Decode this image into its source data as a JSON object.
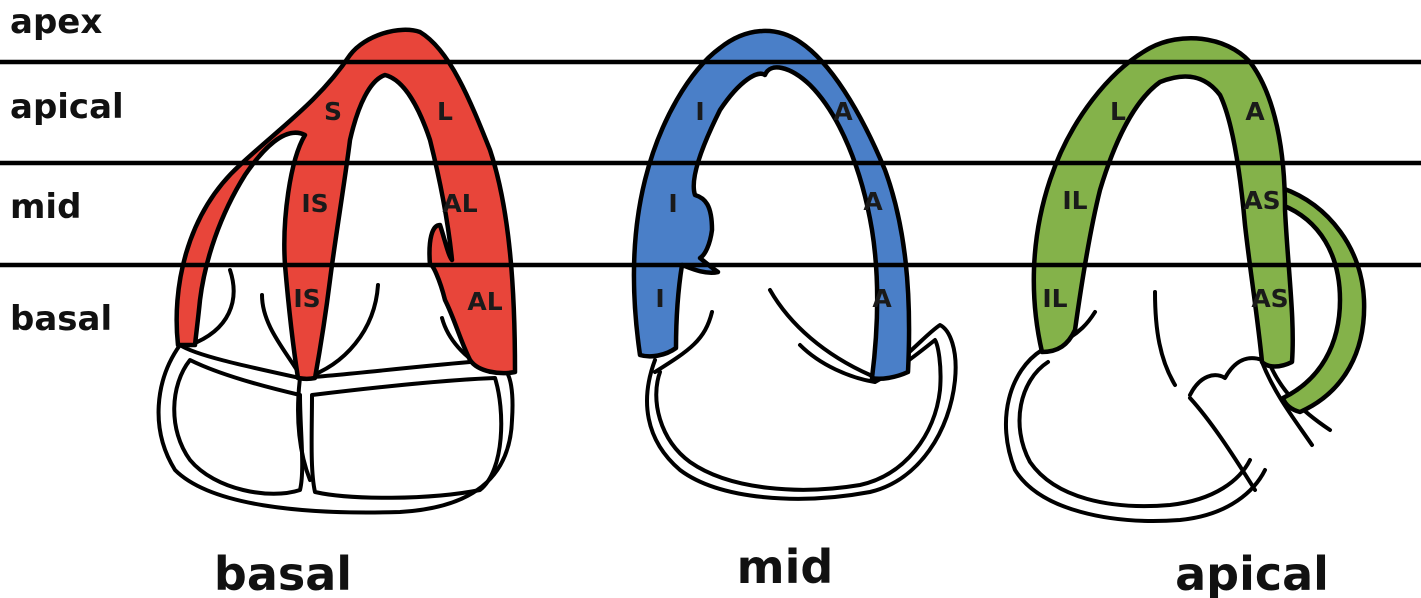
{
  "levels": [
    "apex",
    "apical",
    "mid",
    "basal"
  ],
  "views": [
    {
      "caption": "basal",
      "color": "#e8453a",
      "segments": [
        "S",
        "L",
        "IS",
        "AL",
        "IS",
        "AL"
      ]
    },
    {
      "caption": "mid",
      "color": "#4a7fc8",
      "segments": [
        "I",
        "A",
        "I",
        "A",
        "I",
        "A"
      ]
    },
    {
      "caption": "apical",
      "color": "#84b24a",
      "segments": [
        "L",
        "A",
        "IL",
        "AS",
        "IL",
        "AS"
      ]
    }
  ]
}
